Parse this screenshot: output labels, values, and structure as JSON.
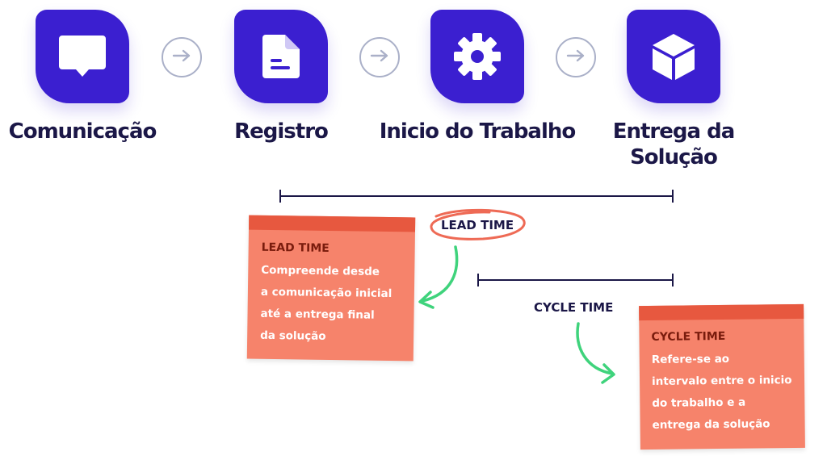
{
  "steps": [
    {
      "icon": "chat-bubble-icon",
      "label": "Comunicação"
    },
    {
      "icon": "document-icon",
      "label": "Registro"
    },
    {
      "icon": "gear-icon",
      "label": "Inicio do Trabalho"
    },
    {
      "icon": "box-icon",
      "label_line1": "Entrega da",
      "label_line2": "Solução"
    }
  ],
  "connectors": [
    "arrow-right-icon",
    "arrow-right-icon",
    "arrow-right-icon"
  ],
  "lead_time": {
    "label": "LEAD TIME",
    "note_title": "LEAD TIME",
    "note_lines": [
      "Compreende desde",
      "a comunicação inicial",
      "até a entrega final",
      "da solução"
    ]
  },
  "cycle_time": {
    "label": "CYCLE TIME",
    "note_title": "CYCLE TIME",
    "note_lines": [
      "Refere-se ao",
      "intervalo entre o inicio",
      "do trabalho e a",
      "entrega da solução"
    ]
  },
  "colors": {
    "icon_bg": "#3b1fd0",
    "text": "#1b1747",
    "note": "#f6836b",
    "note_band": "#e7583f",
    "highlight_circle": "#ee6a55",
    "arrow_green": "#3fd37c",
    "connector": "#aab0c8"
  }
}
